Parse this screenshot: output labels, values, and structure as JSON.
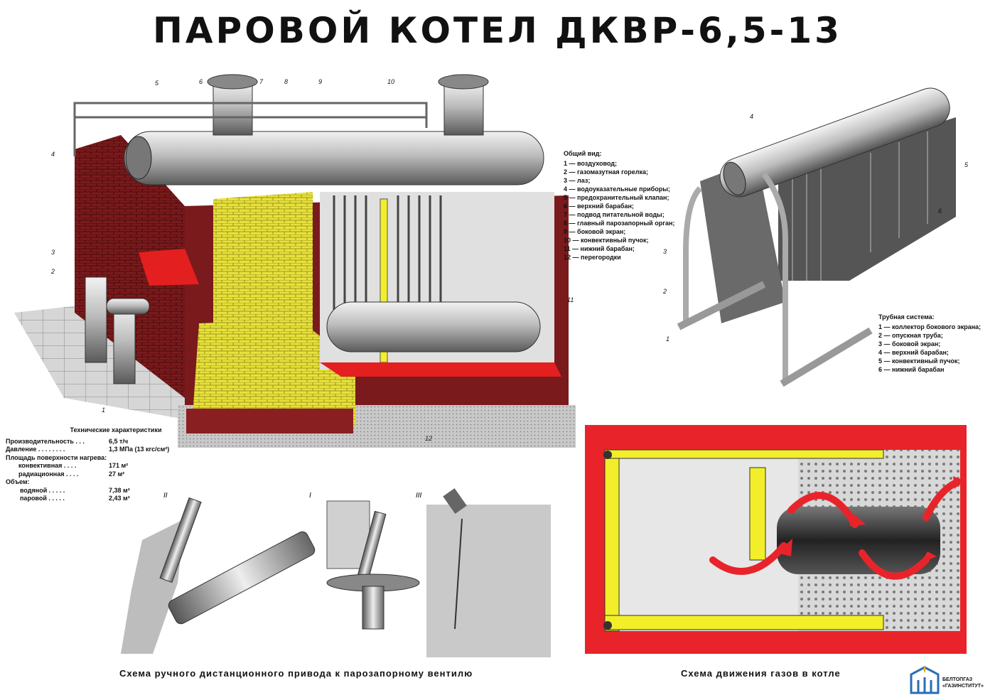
{
  "title": "ПАРОВОЙ КОТЕЛ ДКВР-6,5-13",
  "general_view": {
    "heading": "Общий вид:",
    "items": [
      "1 — воздуховод;",
      "2 — газомазутная горелка;",
      "3 — лаз;",
      "4 — водоуказательные приборы;",
      "5 — предохранительный клапан;",
      "6 — верхний барабан;",
      "7 — подвод питательной воды;",
      "8 — главный парозапорный орган;",
      "9 — боковой экран;",
      "10 — конвективный пучок;",
      "11 — нижний барабан;",
      "12 — перегородки"
    ]
  },
  "pipe_system": {
    "heading": "Трубная система:",
    "items": [
      "1 — коллектор бокового экрана;",
      "2 — опускная труба;",
      "3 — боковой экран;",
      "4 — верхний барабан;",
      "5 — конвективный пучок;",
      "6 — нижний барабан"
    ]
  },
  "specs": {
    "heading": "Технические характеристики",
    "rows": [
      {
        "k": "Производительность . . .",
        "v": "6,5 т/ч"
      },
      {
        "k": "Давление . . . . . . . .",
        "v": "1,3 МПа (13 кгс/см²)"
      },
      {
        "k": "Площадь поверхности нагрева:",
        "v": ""
      },
      {
        "k": "    конвективная . . . .",
        "v": "171 м²"
      },
      {
        "k": "    радиационная . . . .",
        "v": "27 м²"
      },
      {
        "k": "Объем:",
        "v": ""
      },
      {
        "k": "    водяной . . . . .",
        "v": "7,38 м³"
      },
      {
        "k": "    паровой . . . . .",
        "v": "2,43 м³"
      }
    ]
  },
  "callouts_main": [
    "1",
    "2",
    "3",
    "4",
    "5",
    "6",
    "7",
    "8",
    "9",
    "10",
    "11",
    "12"
  ],
  "callouts_pipe": [
    "1",
    "2",
    "3",
    "4",
    "5",
    "6"
  ],
  "drive_labels": [
    "I",
    "II",
    "III"
  ],
  "caption_drive": "Схема ручного дистанционного привода к парозапорному вентилю",
  "caption_gas": "Схема движения газов в котле",
  "logo": {
    "line1": "БЕЛТОПГАЗ",
    "line2": "«ГАЗИНСТИТУТ»"
  },
  "colors": {
    "red": "#e41f1f",
    "yellow": "#f2ee2a",
    "brick": "#8a1f22",
    "steel": "#b9b9b9"
  }
}
